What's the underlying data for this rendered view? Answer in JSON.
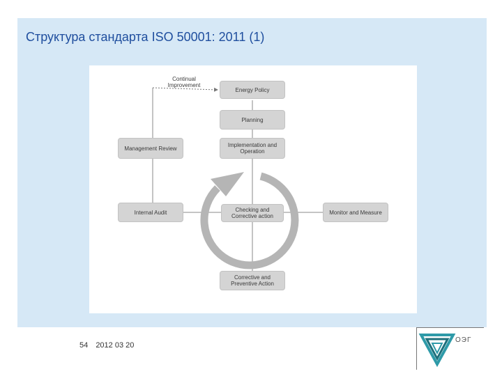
{
  "slide": {
    "title": "Структура стандарта ISO 50001: 2011 (1)",
    "page_number": "54",
    "date": "2012 03 20"
  },
  "diagram": {
    "continual_improvement": "Continual Improvement",
    "energy_policy": "Energy Policy",
    "planning": "Planning",
    "implementation": "Implementation and Operation",
    "management_review": "Management Review",
    "internal_audit": "Internal Audit",
    "checking": "Checking and Corrective action",
    "monitor": "Monitor and Measure",
    "corrective_preventive": "Corrective and Preventive Action"
  },
  "logo": {
    "text": "ОЭГ",
    "colors": {
      "primary": "#2e9aa8",
      "dark": "#1e6f7b"
    }
  },
  "colors": {
    "title": "#1f4e9e",
    "panel": "#d6e8f6",
    "box": "#d4d4d4",
    "cycle_arrow": "#b5b5b5"
  }
}
